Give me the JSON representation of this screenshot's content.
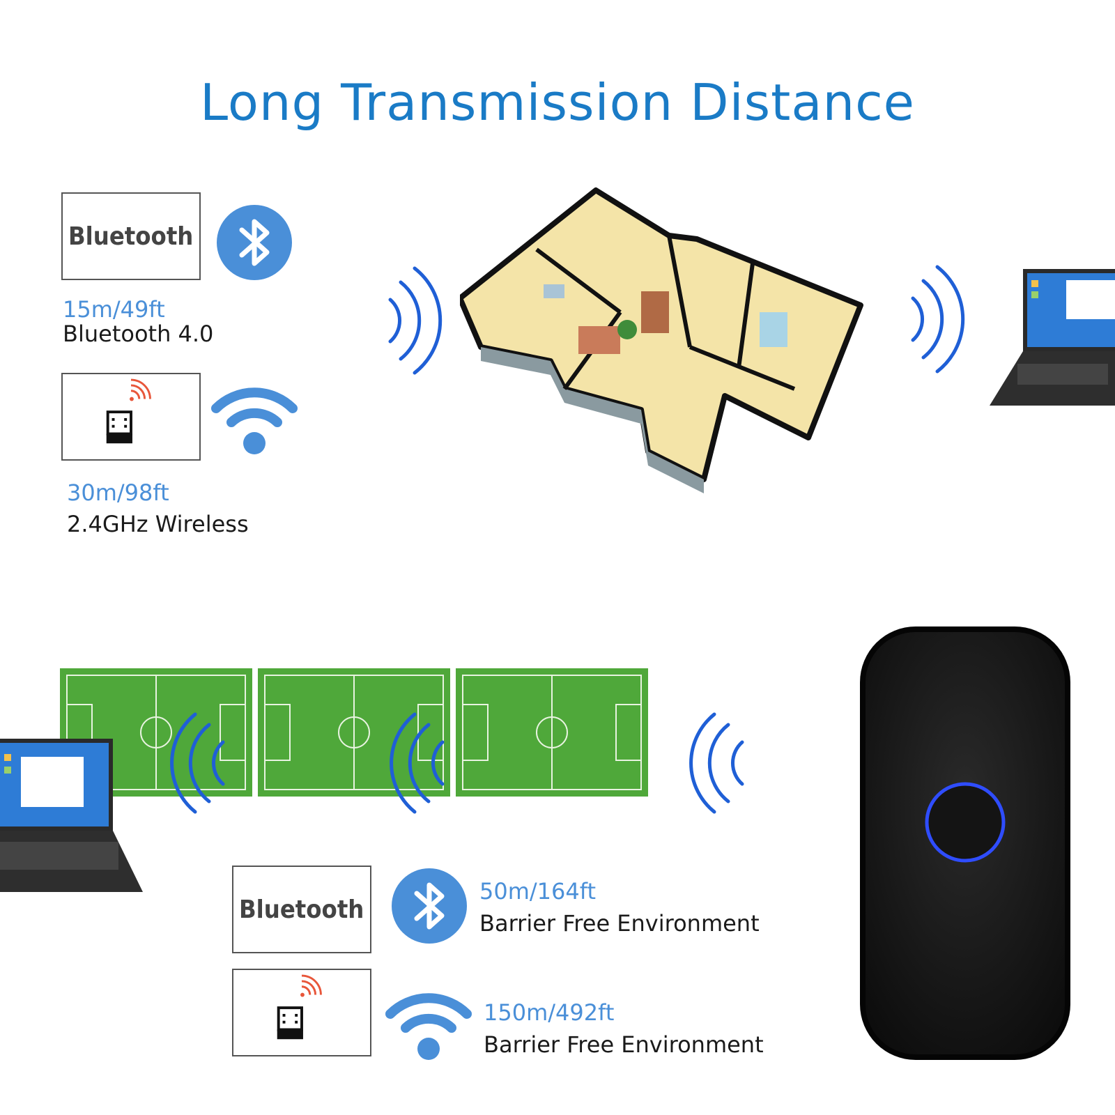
{
  "title": "Long Transmission Distance",
  "top": {
    "bluetooth_box": "Bluetooth",
    "bluetooth_distance": "15m/49ft",
    "bluetooth_desc": "Bluetooth 4.0",
    "wireless_distance": "30m/98ft",
    "wireless_desc": "2.4GHz Wireless"
  },
  "bottom": {
    "bluetooth_box": "Bluetooth",
    "bluetooth_distance": "50m/164ft",
    "bluetooth_desc": "Barrier Free Environment",
    "wireless_distance": "150m/492ft",
    "wireless_desc": "Barrier Free Environment"
  },
  "colors": {
    "title": "#1a7bc6",
    "distance": "#4a8fd8",
    "icon_blue": "#4a8fd8",
    "wave_blue": "#1f5fd6",
    "field_green": "#4fa83a",
    "scanner_body": "#161616",
    "scanner_ring": "#2f4dff"
  },
  "icons": [
    "bluetooth-icon",
    "wifi-icon",
    "usb-dongle-icon",
    "signal-wave-icon",
    "laptop-icon",
    "soccer-field",
    "scanner-device",
    "house-floorplan"
  ]
}
